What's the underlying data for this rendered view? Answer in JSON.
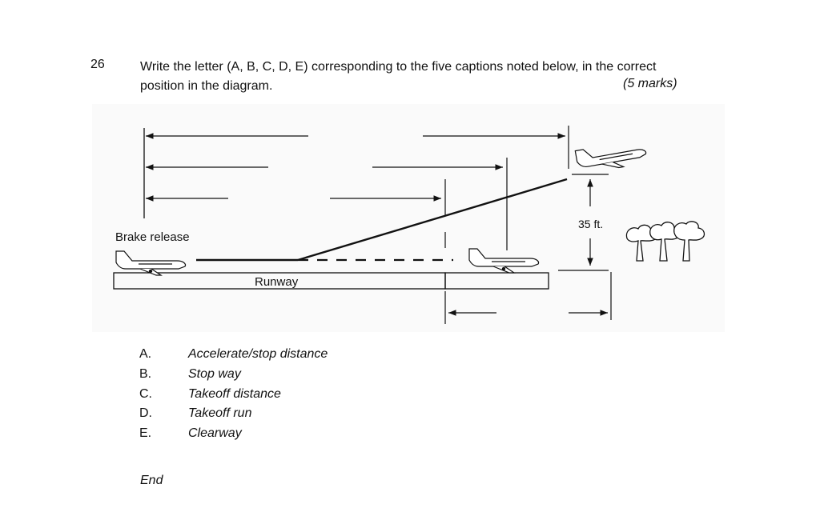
{
  "question": {
    "number": "26",
    "text": "Write the letter (A, B, C, D, E) corresponding to the five captions noted below, in the correct position in the diagram.",
    "marks": "(5 marks)"
  },
  "diagram": {
    "brake_label": "Brake release",
    "runway_label": "Runway",
    "height_label": "35 ft."
  },
  "options": [
    {
      "letter": "A.",
      "caption": "Accelerate/stop distance"
    },
    {
      "letter": "B.",
      "caption": "Stop way"
    },
    {
      "letter": "C.",
      "caption": "Takeoff distance"
    },
    {
      "letter": "D.",
      "caption": "Takeoff run"
    },
    {
      "letter": "E.",
      "caption": "Clearway"
    }
  ],
  "footer": {
    "end_label": "End"
  }
}
